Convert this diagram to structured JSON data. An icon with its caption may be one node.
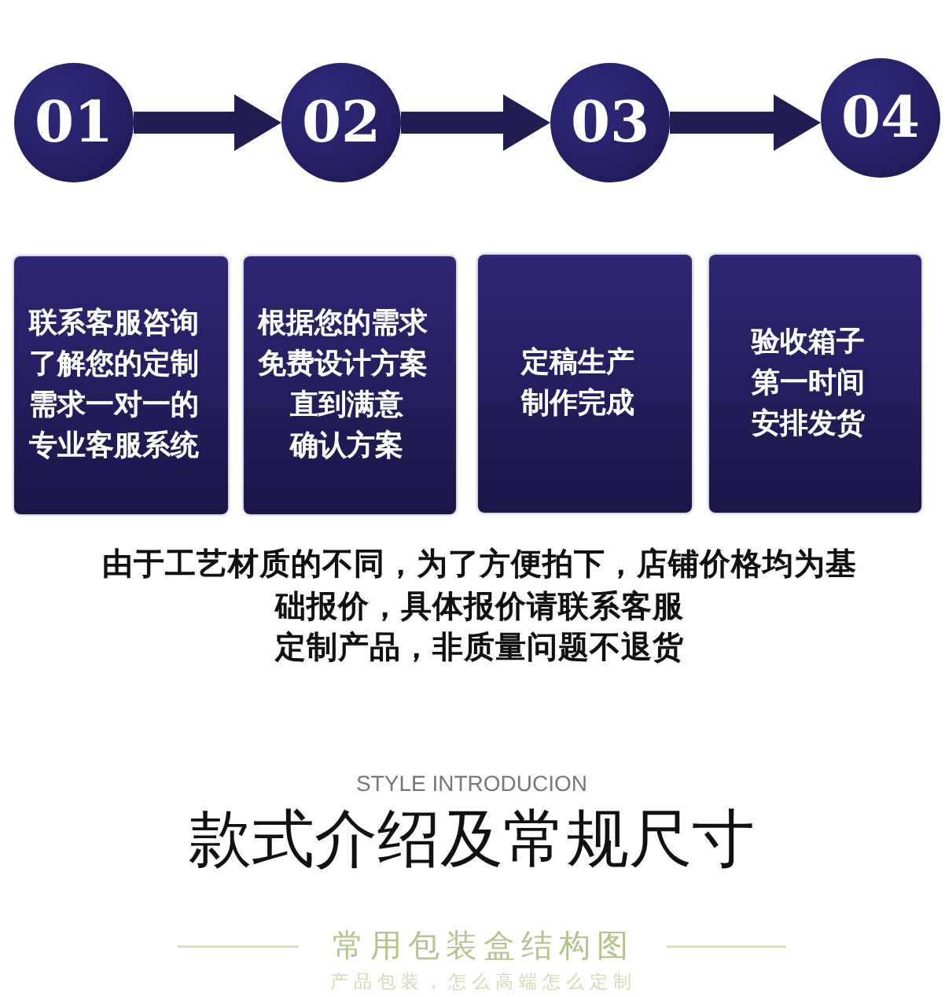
{
  "diagram": {
    "nodes": [
      {
        "text": [
          "01"
        ]
      },
      {
        "text": [
          "02"
        ]
      },
      {
        "text": [
          "03"
        ]
      },
      {
        "text": [
          "04"
        ]
      },
      {
        "text": [
          "联系客服咨询了解您的定制需求一对一的专业客服系统"
        ]
      },
      {
        "text": [
          "根据您的需求免费设计方案",
          "直到满意确认方案"
        ]
      },
      {
        "text": [
          "定稿生产制作完成"
        ]
      },
      {
        "text": [
          "验收箱子第一时间安排发货"
        ]
      }
    ],
    "edges": [
      {
        "from": 0,
        "to": 1,
        "arrow": "to"
      },
      {
        "from": 1,
        "to": 2,
        "arrow": "to"
      },
      {
        "from": 2,
        "to": 3,
        "arrow": "to"
      }
    ],
    "labels": [
      "由于工艺材质的不同，为了方便拍下，店铺价格均为基础报价，具体报价请联系客服",
      "定制产品，非质量问题不退货",
      "STYLE INTRODUCION",
      "款式介绍及常规尺寸",
      "常用包装盒结构图",
      "产品包装，怎么高端怎么定制"
    ]
  }
}
